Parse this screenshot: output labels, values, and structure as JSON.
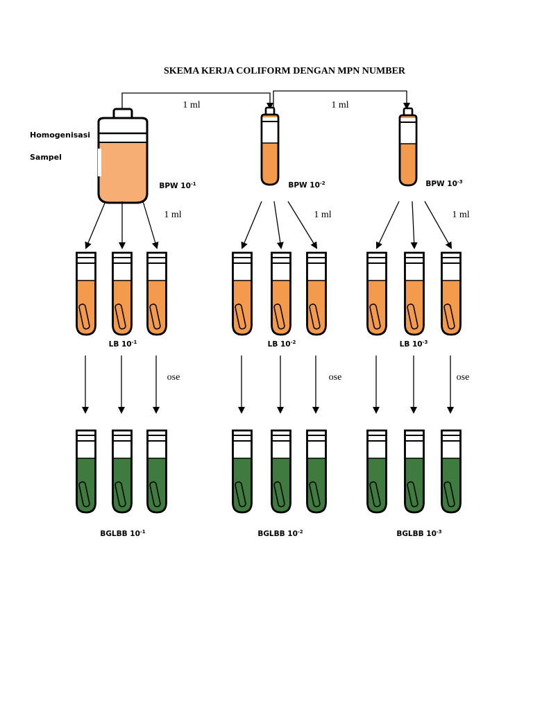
{
  "title": "SKEMA KERJA COLIFORM DENGAN MPN NUMBER",
  "homogenisasi": [
    "Homogenisasi",
    "Sampel"
  ],
  "transfer_labels": [
    "1 ml",
    "1 ml"
  ],
  "stages": [
    {
      "bpw_label": "BPW 10",
      "bpw_exp": "-1",
      "transfer_label": "1 ml",
      "lb_label": "LB 10",
      "lb_exp": "-1",
      "ose_label": "ose",
      "bglbb_label": "BGLBB 10",
      "bglbb_exp": "-1"
    },
    {
      "bpw_label": "BPW 10",
      "bpw_exp": "-2",
      "transfer_label": "1 ml",
      "lb_label": "LB 10",
      "lb_exp": "-2",
      "ose_label": "ose",
      "bglbb_label": "BGLBB 10",
      "bglbb_exp": "-2"
    },
    {
      "bpw_label": "BPW 10",
      "bpw_exp": "-3",
      "transfer_label": "1 ml",
      "lb_label": "LB 10",
      "lb_exp": "-3",
      "ose_label": "ose",
      "bglbb_label": "BGLBB 10",
      "bglbb_exp": "-3"
    }
  ],
  "colors": {
    "bottle_fill": "#F7AE75",
    "tube_orange": "#F39A4C",
    "tube_green": "#3F7A3F",
    "cap_white": "#ffffff",
    "outline": "#000000"
  }
}
